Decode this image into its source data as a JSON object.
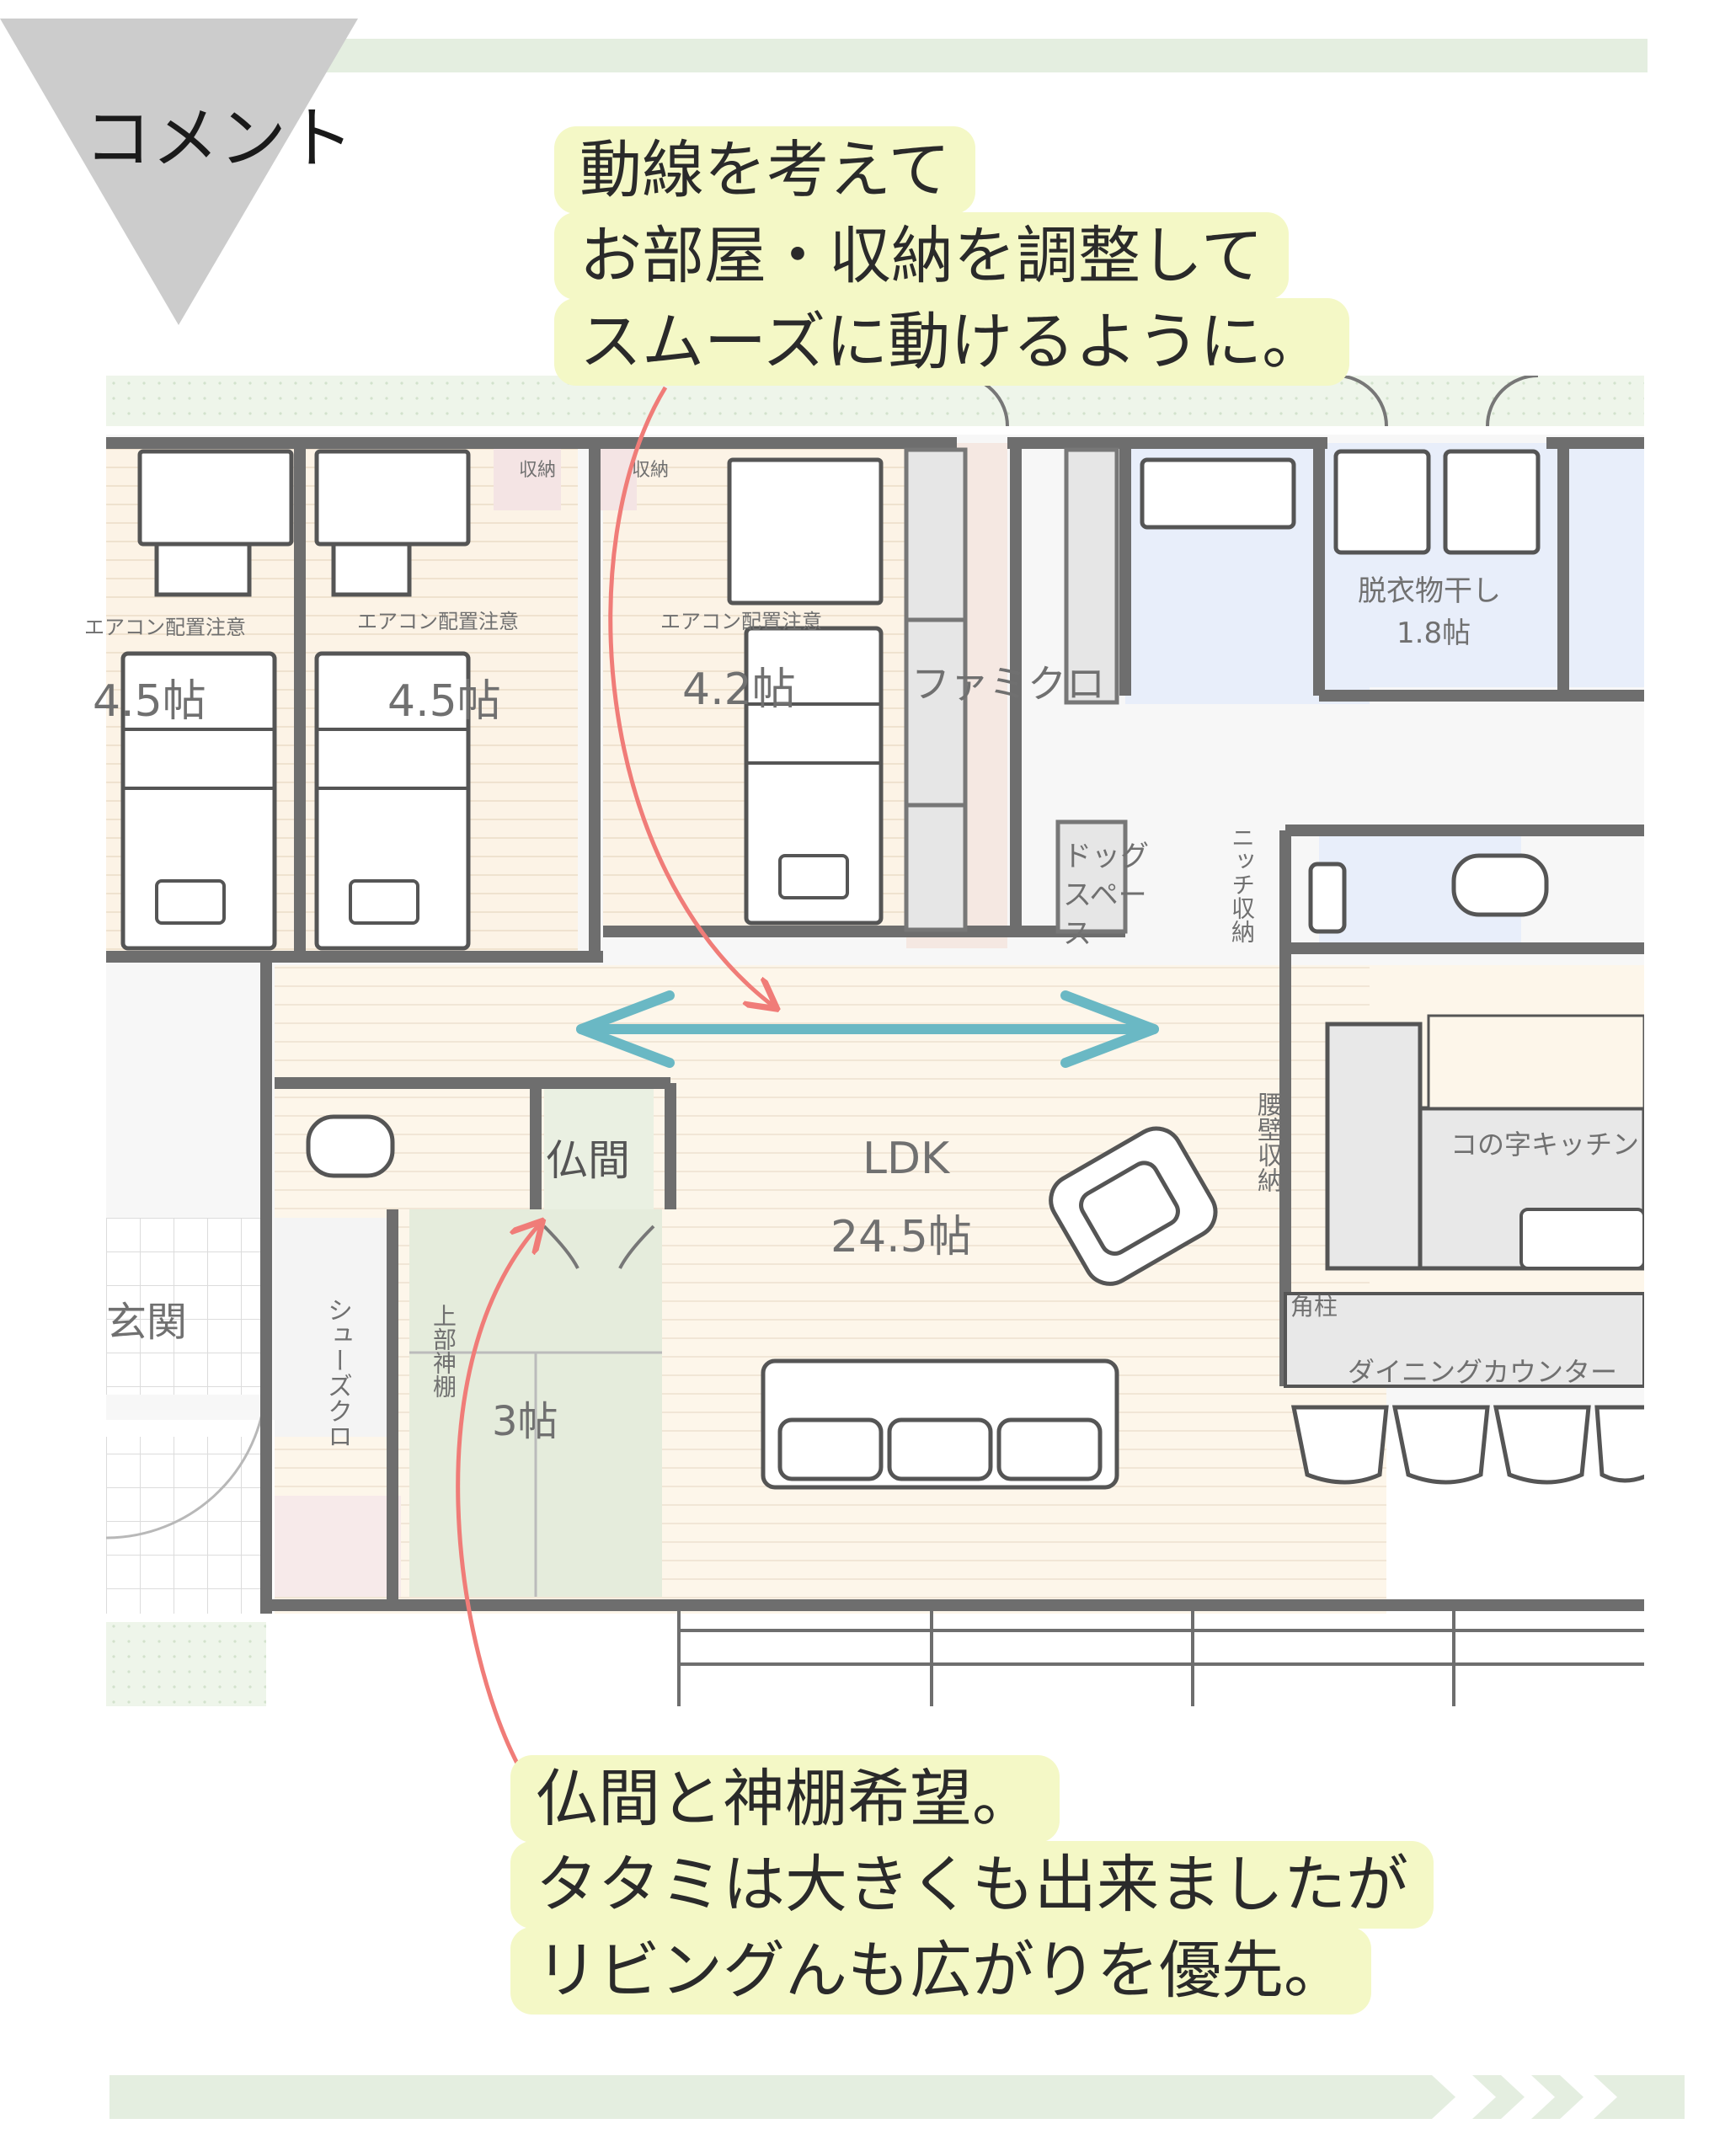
{
  "header": {
    "title": "コメント"
  },
  "callouts": {
    "top": [
      "動線を考えて",
      "お部屋・収納を調整して",
      "スムーズに動けるように。"
    ],
    "bottom": [
      "仏間と神棚希望。",
      "タタミは大きくも出来ましたが",
      "リビングんも広がりを優先。"
    ]
  },
  "rooms": {
    "storage_1": "収納",
    "storage_2": "収納",
    "ac_note_1": "エアコン配置注意",
    "ac_note_2": "エアコン配置注意",
    "ac_note_3": "エアコン配置注意",
    "room1_size": "4.5帖",
    "room2_size": "4.5帖",
    "room3_size": "4.2帖",
    "family_closet": "ファミクロ",
    "dog_space": "ドッグスペース",
    "niche_storage": "ニッチ収納",
    "dressing_name": "脱衣物干し",
    "dressing_size": "1.8帖",
    "butsuma": "仏間",
    "ldk_name": "LDK",
    "ldk_size": "24.5帖",
    "waist_storage": "腰壁収納",
    "kitchen": "コの字キッチン",
    "pillar": "角柱",
    "dining_counter": "ダイニングカウンター",
    "entrance": "玄関",
    "shoe_closet": "シューズクロ",
    "kamidana": "上部神棚",
    "tatami_size": "3帖"
  },
  "colors": {
    "bedroom_floor": "#fcf3e6",
    "ldk_floor": "#fdf6ea",
    "wet_area": "#e8eefa",
    "tatami": "#e5ecdc",
    "wall": "#6e6e6e",
    "flow_arrow": "#6ab8c4",
    "annotation_arrow": "#f07c78",
    "callout_bg": "#f4f8c6",
    "banner_bar": "#e4eee0",
    "banner_triangle": "#cccccc"
  }
}
